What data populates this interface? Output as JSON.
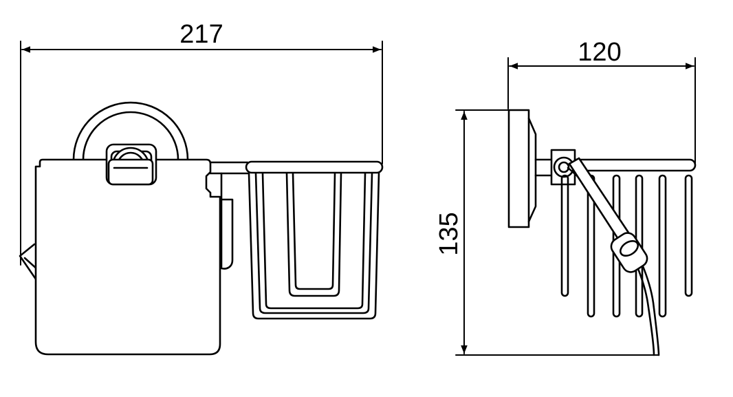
{
  "front_view": {
    "width_dimension": "217"
  },
  "side_view": {
    "depth_dimension": "120",
    "height_dimension": "135"
  },
  "colors": {
    "line": "#000000",
    "background": "#ffffff"
  }
}
